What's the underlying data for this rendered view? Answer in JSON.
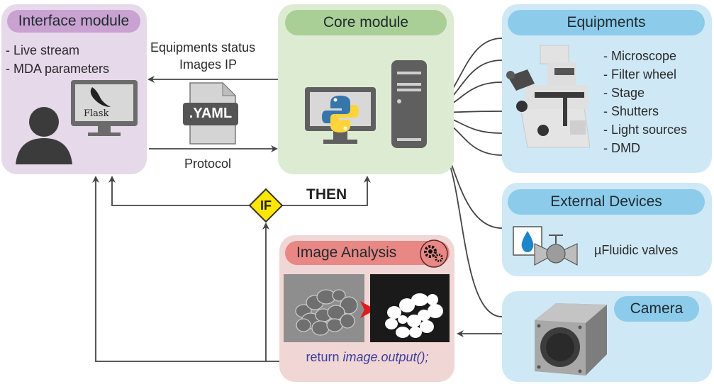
{
  "colors": {
    "interface_bg": "#e6d9ea",
    "interface_header": "#c9a2d1",
    "core_bg": "#dcebd2",
    "core_header": "#a9cf96",
    "equip_bg": "#cfe8f6",
    "equip_header": "#8ccbea",
    "analysis_bg": "#f1d6d6",
    "analysis_header": "#e88784",
    "if_diamond": "#ffe600",
    "line": "#444444",
    "code_text": "#3a3f9a"
  },
  "interface_module": {
    "title": "Interface module",
    "items": [
      "- Live stream",
      "- MDA parameters"
    ],
    "monitor_label": "Flask",
    "icons": [
      "user-icon",
      "monitor-icon",
      "flask-logo-icon"
    ]
  },
  "core_module": {
    "title": "Core module",
    "icons": [
      "python-logo-icon",
      "monitor-icon",
      "server-tower-icon"
    ]
  },
  "arrows": {
    "to_interface_label_1": "Equipments status",
    "to_interface_label_2": "Images IP",
    "to_core_label": "Protocol",
    "file_label": ".YAML",
    "if_label": "IF",
    "then_label": "THEN"
  },
  "equipments": {
    "title": "Equipments",
    "items": [
      "- Microscope",
      "- Filter wheel",
      "- Stage",
      "- Shutters",
      "- Light sources",
      "- DMD"
    ],
    "icon": "microscope-icon"
  },
  "external_devices": {
    "title": "External Devices",
    "items": [
      "µFluidic valves"
    ],
    "icons": [
      "water-drop-icon",
      "valve-icon"
    ]
  },
  "camera": {
    "title": "Camera",
    "icon": "camera-icon"
  },
  "image_analysis": {
    "title": "Image Analysis",
    "code_prefix": "return ",
    "code_call": "image.output();",
    "icons": [
      "gears-icon",
      "brightfield-cells-image",
      "segmented-mask-image",
      "red-arrow-icon"
    ]
  }
}
